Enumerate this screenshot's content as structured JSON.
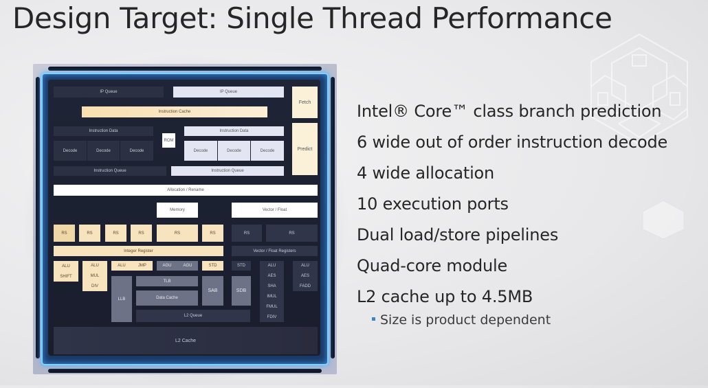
{
  "slide": {
    "title": "Design Target: Single Thread Performance",
    "bullets": [
      "Intel® Core™ class branch prediction",
      "6 wide out of order instruction decode",
      "4 wide allocation",
      "10 execution ports",
      "Dual load/store pipelines",
      "Quad-core module",
      "L2 cache up to 4.5MB"
    ],
    "sub_bullets": [
      "Size is product dependent"
    ],
    "accent_color": "#3a86c8"
  },
  "diagram": {
    "front_end": {
      "ip_queue_left": "IP Queue",
      "ip_queue_right": "IP Queue",
      "fetch": "Fetch",
      "predict": "Predict",
      "instruction_cache": "Instruction Cache",
      "instruction_data_left": "Instruction Data",
      "instruction_data_right": "Instruction Data",
      "rom": "ROM",
      "decode_left": [
        "Decode",
        "Decode",
        "Decode"
      ],
      "decode_right": [
        "Decode",
        "Decode",
        "Decode"
      ],
      "instruction_queue_left": "Instruction Queue",
      "instruction_queue_right": "Instruction Queue"
    },
    "allocation": "Allocation / Rename",
    "memory": "Memory",
    "vector_float": "Vector / Float",
    "rs_integer": [
      "RS",
      "RS",
      "RS",
      "RS",
      "RS",
      "RS"
    ],
    "rs_vector": [
      "RS",
      "RS"
    ],
    "integer_register": "Integer Register",
    "vector_float_registers": "Vector / Float Registers",
    "units": {
      "alu_shift": [
        "ALU",
        "SHIFT"
      ],
      "alu_mul_div": [
        "ALU",
        "MUL",
        "DIV"
      ],
      "alu_jmp": [
        "ALU",
        "JMP"
      ],
      "agu": [
        "AGU",
        "AGU"
      ],
      "std_int": "STD",
      "std_vec": "STD",
      "llb": "LLB",
      "tlb": "TLB",
      "data_cache": "Data Cache",
      "sab": "SAB",
      "sdb": "SDB",
      "l2_queue": "L2 Queue",
      "vec_col1": [
        "ALU",
        "AES",
        "SHA",
        "IMUL",
        "FMUL",
        "FDIV"
      ],
      "vec_col2": [
        "ALU",
        "AES",
        "FADD"
      ]
    },
    "l2_cache": "L2 Cache"
  }
}
